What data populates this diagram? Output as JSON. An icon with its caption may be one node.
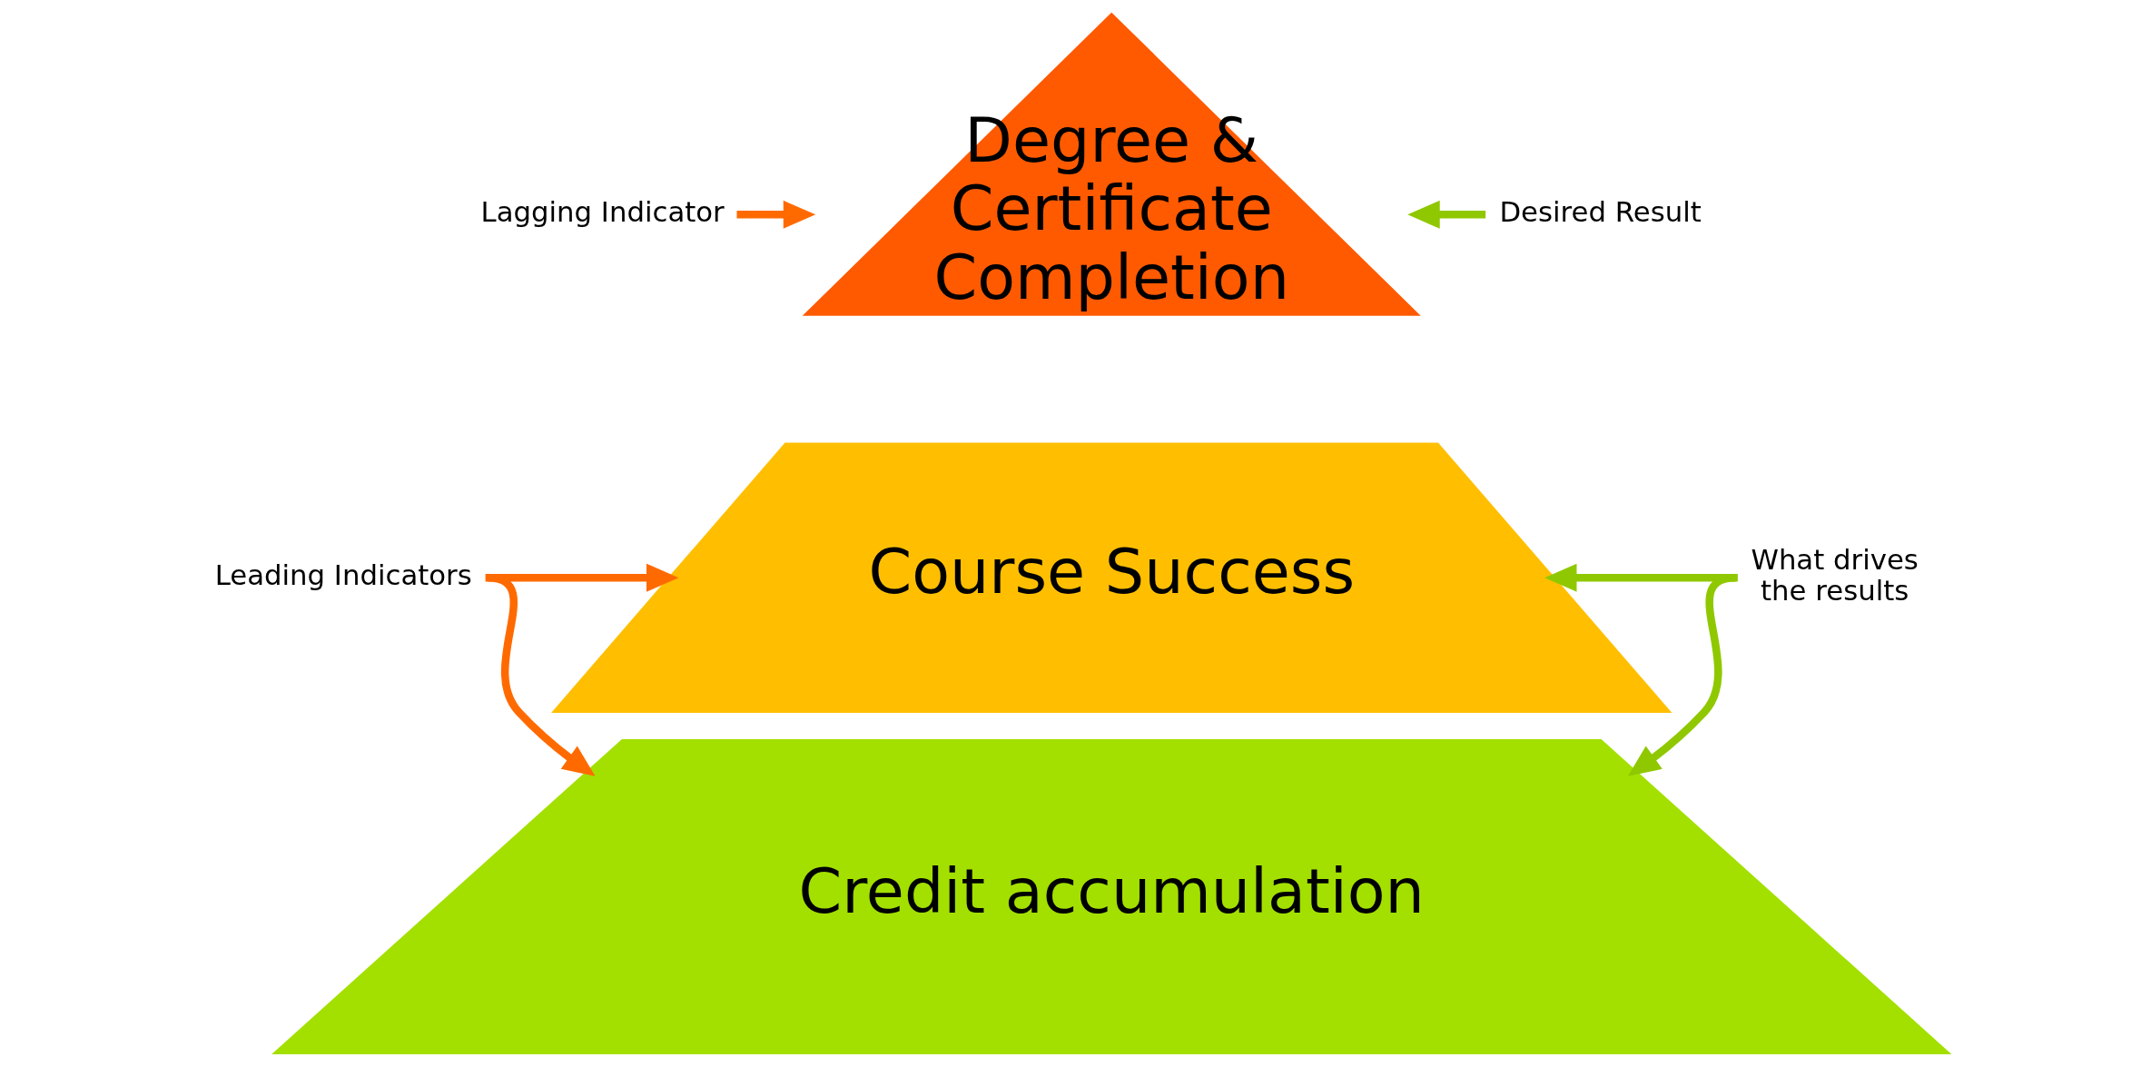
{
  "diagram": {
    "nodes": [
      {
        "text": [
          "Degree & Certificate Completion"
        ]
      },
      {
        "text": [
          "Course Success"
        ]
      },
      {
        "text": [
          "Credit accumulation"
        ]
      },
      {
        "text": [
          "Lagging Indicator"
        ]
      },
      {
        "text": [
          "Desired Result"
        ]
      },
      {
        "text": [
          "Leading Indicators"
        ]
      },
      {
        "text": [
          "What drives the results"
        ]
      }
    ],
    "edges": [
      {
        "from": 3,
        "to": 0,
        "arrow": "to",
        "color": "#ff6a00"
      },
      {
        "from": 4,
        "to": 0,
        "arrow": "to",
        "color": "#8fc800"
      },
      {
        "from": 5,
        "to": 1,
        "arrow": "to",
        "color": "#ff6a00"
      },
      {
        "from": 5,
        "to": 2,
        "arrow": "to",
        "color": "#ff6a00"
      },
      {
        "from": 6,
        "to": 1,
        "arrow": "to",
        "color": "#8fc800"
      },
      {
        "from": 6,
        "to": 2,
        "arrow": "to",
        "color": "#8fc800"
      }
    ]
  }
}
